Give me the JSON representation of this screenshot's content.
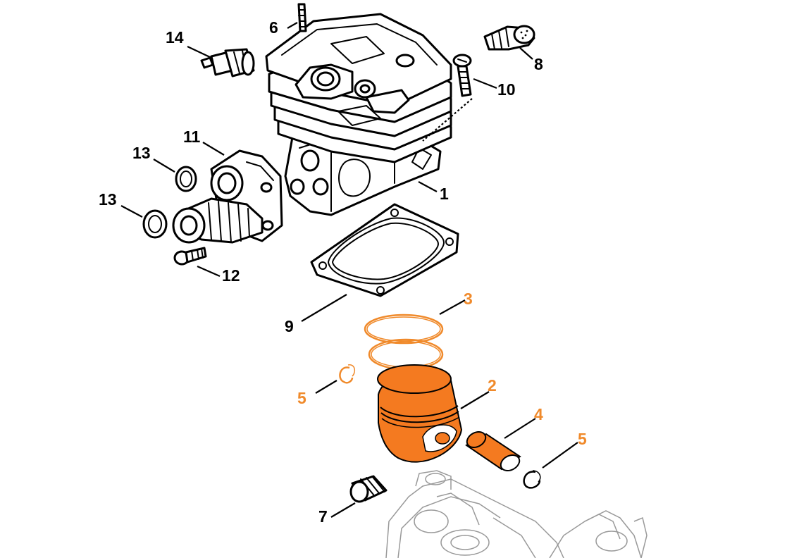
{
  "colors": {
    "highlight": "#F08A2B",
    "highlight_fill": "#F47A20",
    "line": "#000000",
    "faded": "#999999"
  },
  "callouts": [
    {
      "key": "c1",
      "text": "1",
      "highlighted": false
    },
    {
      "key": "c2",
      "text": "2",
      "highlighted": true
    },
    {
      "key": "c3",
      "text": "3",
      "highlighted": true
    },
    {
      "key": "c4",
      "text": "4",
      "highlighted": true
    },
    {
      "key": "c5a",
      "text": "5",
      "highlighted": true
    },
    {
      "key": "c5b",
      "text": "5",
      "highlighted": true
    },
    {
      "key": "c6",
      "text": "6",
      "highlighted": false
    },
    {
      "key": "c7",
      "text": "7",
      "highlighted": false
    },
    {
      "key": "c8",
      "text": "8",
      "highlighted": false
    },
    {
      "key": "c9",
      "text": "9",
      "highlighted": false
    },
    {
      "key": "c10",
      "text": "10",
      "highlighted": false
    },
    {
      "key": "c11",
      "text": "11",
      "highlighted": false
    },
    {
      "key": "c12",
      "text": "12",
      "highlighted": false
    },
    {
      "key": "c13a",
      "text": "13",
      "highlighted": false
    },
    {
      "key": "c13b",
      "text": "13",
      "highlighted": false
    },
    {
      "key": "c14",
      "text": "14",
      "highlighted": false
    }
  ]
}
